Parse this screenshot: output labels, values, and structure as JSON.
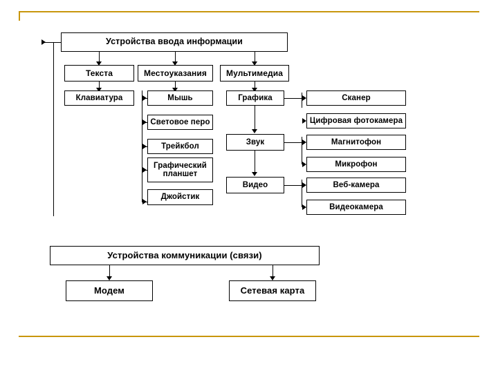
{
  "slide": {
    "accent_color": "#c8960c",
    "line_color": "#000000",
    "box_fill": "#ffffff"
  },
  "diagram1": {
    "root": "Устройства ввода информации",
    "categories": [
      {
        "label": "Текста"
      },
      {
        "label": "Местоуказания"
      },
      {
        "label": "Мультимедиа"
      }
    ],
    "text_devices": [
      {
        "label": "Клавиатура"
      }
    ],
    "pointing_devices": [
      {
        "label": "Мышь"
      },
      {
        "label": "Световое перо"
      },
      {
        "label": "Трейкбол"
      },
      {
        "label": "Графический планшет"
      },
      {
        "label": "Джойстик"
      }
    ],
    "multimedia_types": [
      {
        "label": "Графика"
      },
      {
        "label": "Звук"
      },
      {
        "label": "Видео"
      }
    ],
    "multimedia_devices": [
      {
        "label": "Сканер"
      },
      {
        "label": "Цифровая фотокамера"
      },
      {
        "label": "Магнитофон"
      },
      {
        "label": "Микрофон"
      },
      {
        "label": "Веб-камера"
      },
      {
        "label": "Видеокамера"
      }
    ]
  },
  "diagram2": {
    "root": "Устройства коммуникации (связи)",
    "children": [
      {
        "label": "Модем"
      },
      {
        "label": "Сетевая карта"
      }
    ]
  }
}
